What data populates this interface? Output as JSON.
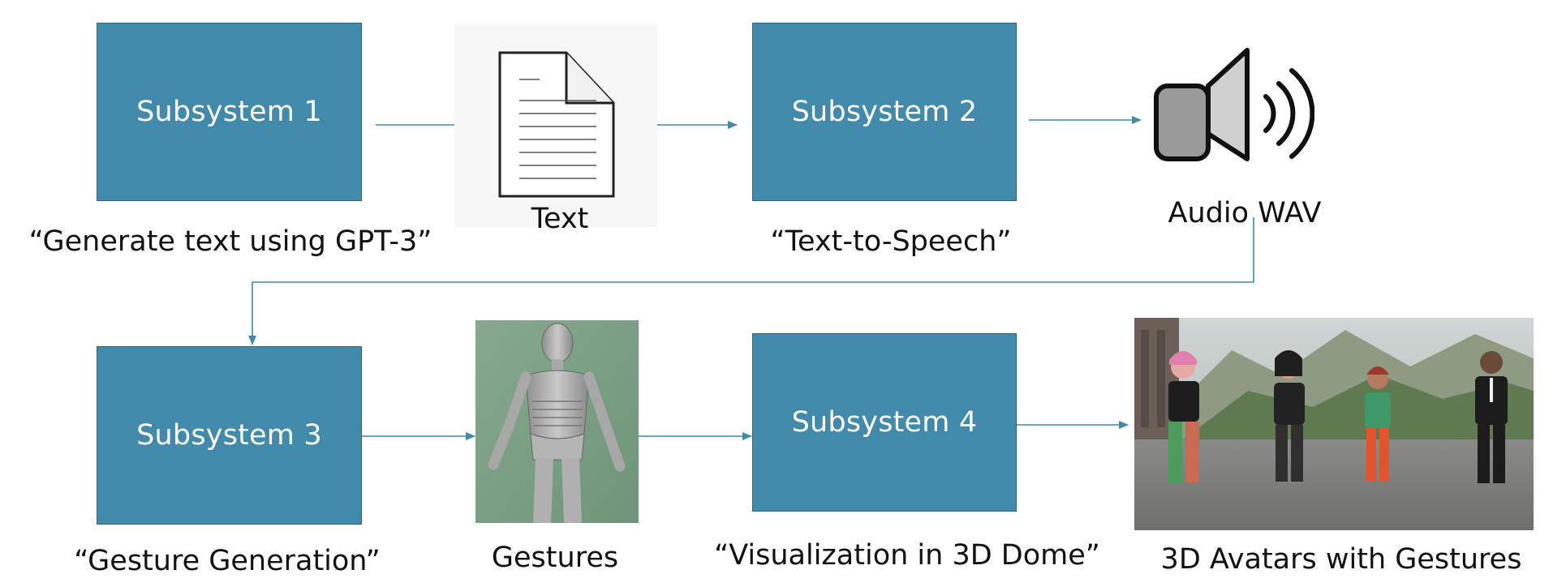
{
  "colors": {
    "box_fill": "#418aab",
    "box_border": "#2c6580",
    "arrow": "#418aab",
    "text": "#111111",
    "box_text": "#ffffff"
  },
  "subsystems": [
    {
      "title": "Subsystem 1",
      "caption": "“Generate text using GPT-3”"
    },
    {
      "title": "Subsystem 2",
      "caption": "“Text-to-Speech”"
    },
    {
      "title": "Subsystem 3",
      "caption": "“Gesture Generation”"
    },
    {
      "title": "Subsystem 4",
      "caption": "“Visualization in 3D Dome”"
    }
  ],
  "artifacts": {
    "text_document": {
      "label": "Text",
      "icon": "document-icon"
    },
    "audio": {
      "label": "Audio WAV",
      "icon": "speaker-icon"
    },
    "gestures": {
      "label": "Gestures",
      "icon": "mannequin-image"
    },
    "avatars": {
      "label": "3D Avatars with Gestures",
      "icon": "avatars-scene-image"
    }
  }
}
